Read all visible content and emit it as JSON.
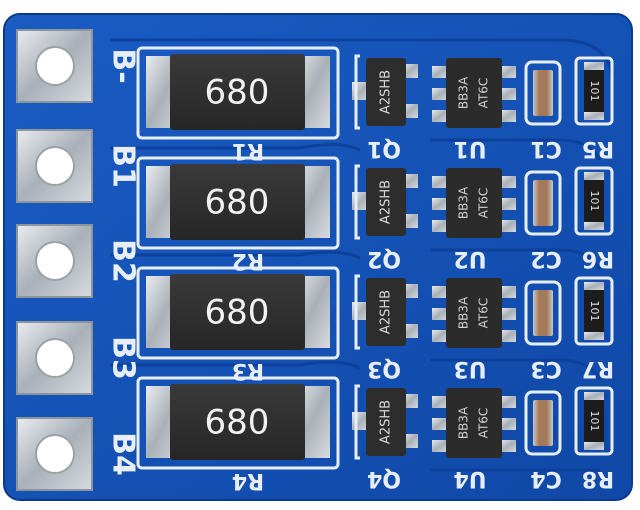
{
  "board": {
    "pcb_color": "#1250b3",
    "pcb_dark": "#0a3a8a",
    "silk_color": "#e8eef8"
  },
  "pads": [
    {
      "label": "B-"
    },
    {
      "label": "B1"
    },
    {
      "label": "B2"
    },
    {
      "label": "B3"
    },
    {
      "label": "B4"
    }
  ],
  "channels": [
    {
      "resistor_value": "680",
      "resistor_ref": "R1",
      "mosfet_marking": "A2SHB",
      "mosfet_ref": "Q1",
      "ic_line1": "BB3A",
      "ic_line2": "AT6C",
      "ic_ref": "U1",
      "cap_ref": "C1",
      "small_res_value": "101",
      "small_res_ref": "R5"
    },
    {
      "resistor_value": "680",
      "resistor_ref": "R2",
      "mosfet_marking": "A2SHB",
      "mosfet_ref": "Q2",
      "ic_line1": "BB3A",
      "ic_line2": "AT6C",
      "ic_ref": "U2",
      "cap_ref": "C2",
      "small_res_value": "101",
      "small_res_ref": "R6"
    },
    {
      "resistor_value": "680",
      "resistor_ref": "R3",
      "mosfet_marking": "A2SHB",
      "mosfet_ref": "Q3",
      "ic_line1": "BB3A",
      "ic_line2": "AT6C",
      "ic_ref": "U3",
      "cap_ref": "C3",
      "small_res_value": "101",
      "small_res_ref": "R7"
    },
    {
      "resistor_value": "680",
      "resistor_ref": "R4",
      "mosfet_marking": "A2SHB",
      "mosfet_ref": "Q4",
      "ic_line1": "BB3A",
      "ic_line2": "AT6C",
      "ic_ref": "U4",
      "cap_ref": "C4",
      "small_res_value": "101",
      "small_res_ref": "R8"
    }
  ]
}
